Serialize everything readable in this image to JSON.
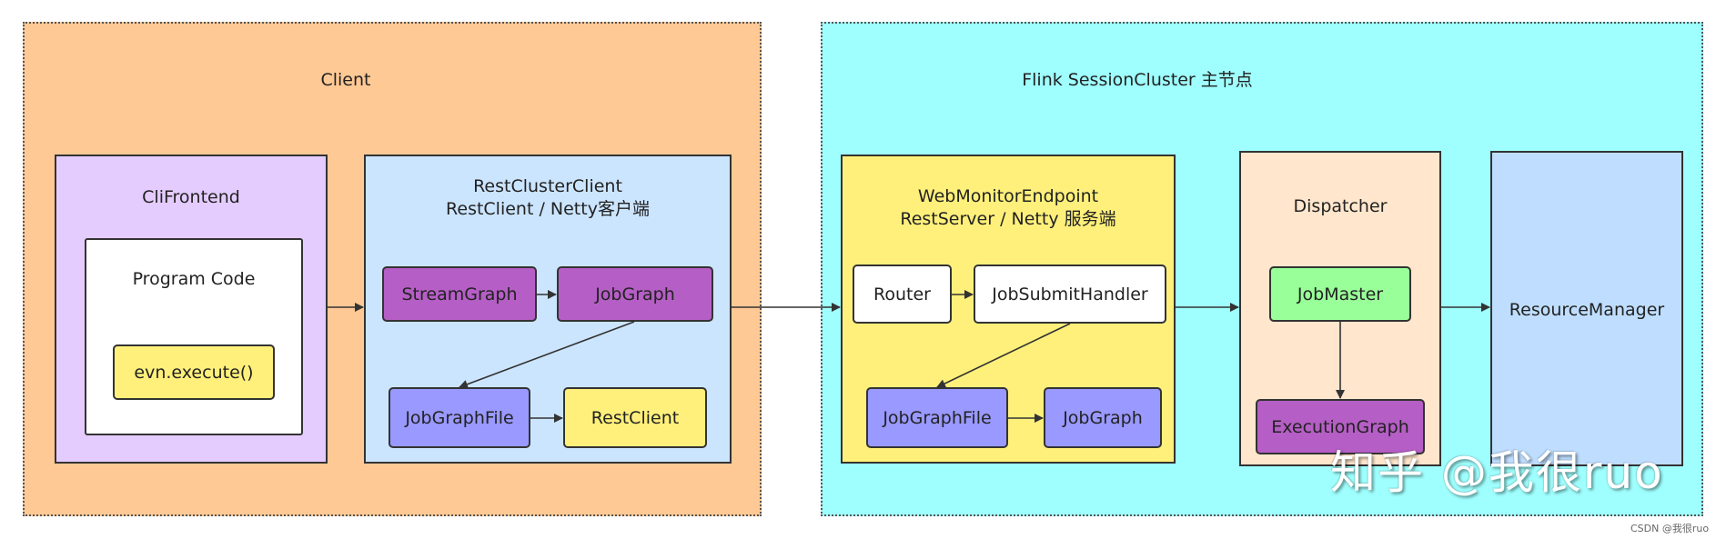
{
  "colors": {
    "client_zone": "#ffc995",
    "cluster_zone": "#9ffffe",
    "purple_box": "#e5ccff",
    "blue_box": "#cce5ff",
    "yellow_box": "#fff07b",
    "peach_box": "#ffe6cc",
    "lightblue_box": "#bfdeff",
    "purple_node": "#b55ec5",
    "periwinkle_node": "#9999ff",
    "green_node": "#99ff99"
  },
  "client_zone": {
    "title": "Client"
  },
  "cluster_zone": {
    "title": "Flink SessionCluster 主节点"
  },
  "cli_frontend": {
    "title": "CliFrontend",
    "program_code": {
      "title": "Program Code",
      "call": "evn.execute()"
    }
  },
  "rest_cluster_client": {
    "title_line1": "RestClusterClient",
    "title_line2": "RestClient / Netty客户端",
    "nodes": {
      "stream_graph": "StreamGraph",
      "job_graph": "JobGraph",
      "job_graph_file": "JobGraphFile",
      "rest_client": "RestClient"
    }
  },
  "web_monitor": {
    "title_line1": "WebMonitorEndpoint",
    "title_line2": "RestServer / Netty 服务端",
    "nodes": {
      "router": "Router",
      "job_submit_handler": "JobSubmitHandler",
      "job_graph_file": "JobGraphFile",
      "job_graph": "JobGraph"
    }
  },
  "dispatcher": {
    "title": "Dispatcher",
    "nodes": {
      "job_master": "JobMaster",
      "execution_graph": "ExecutionGraph"
    }
  },
  "resource_manager": {
    "title": "ResourceManager"
  },
  "watermark": "知乎 @我很ruo",
  "credit": "CSDN @我很ruo"
}
